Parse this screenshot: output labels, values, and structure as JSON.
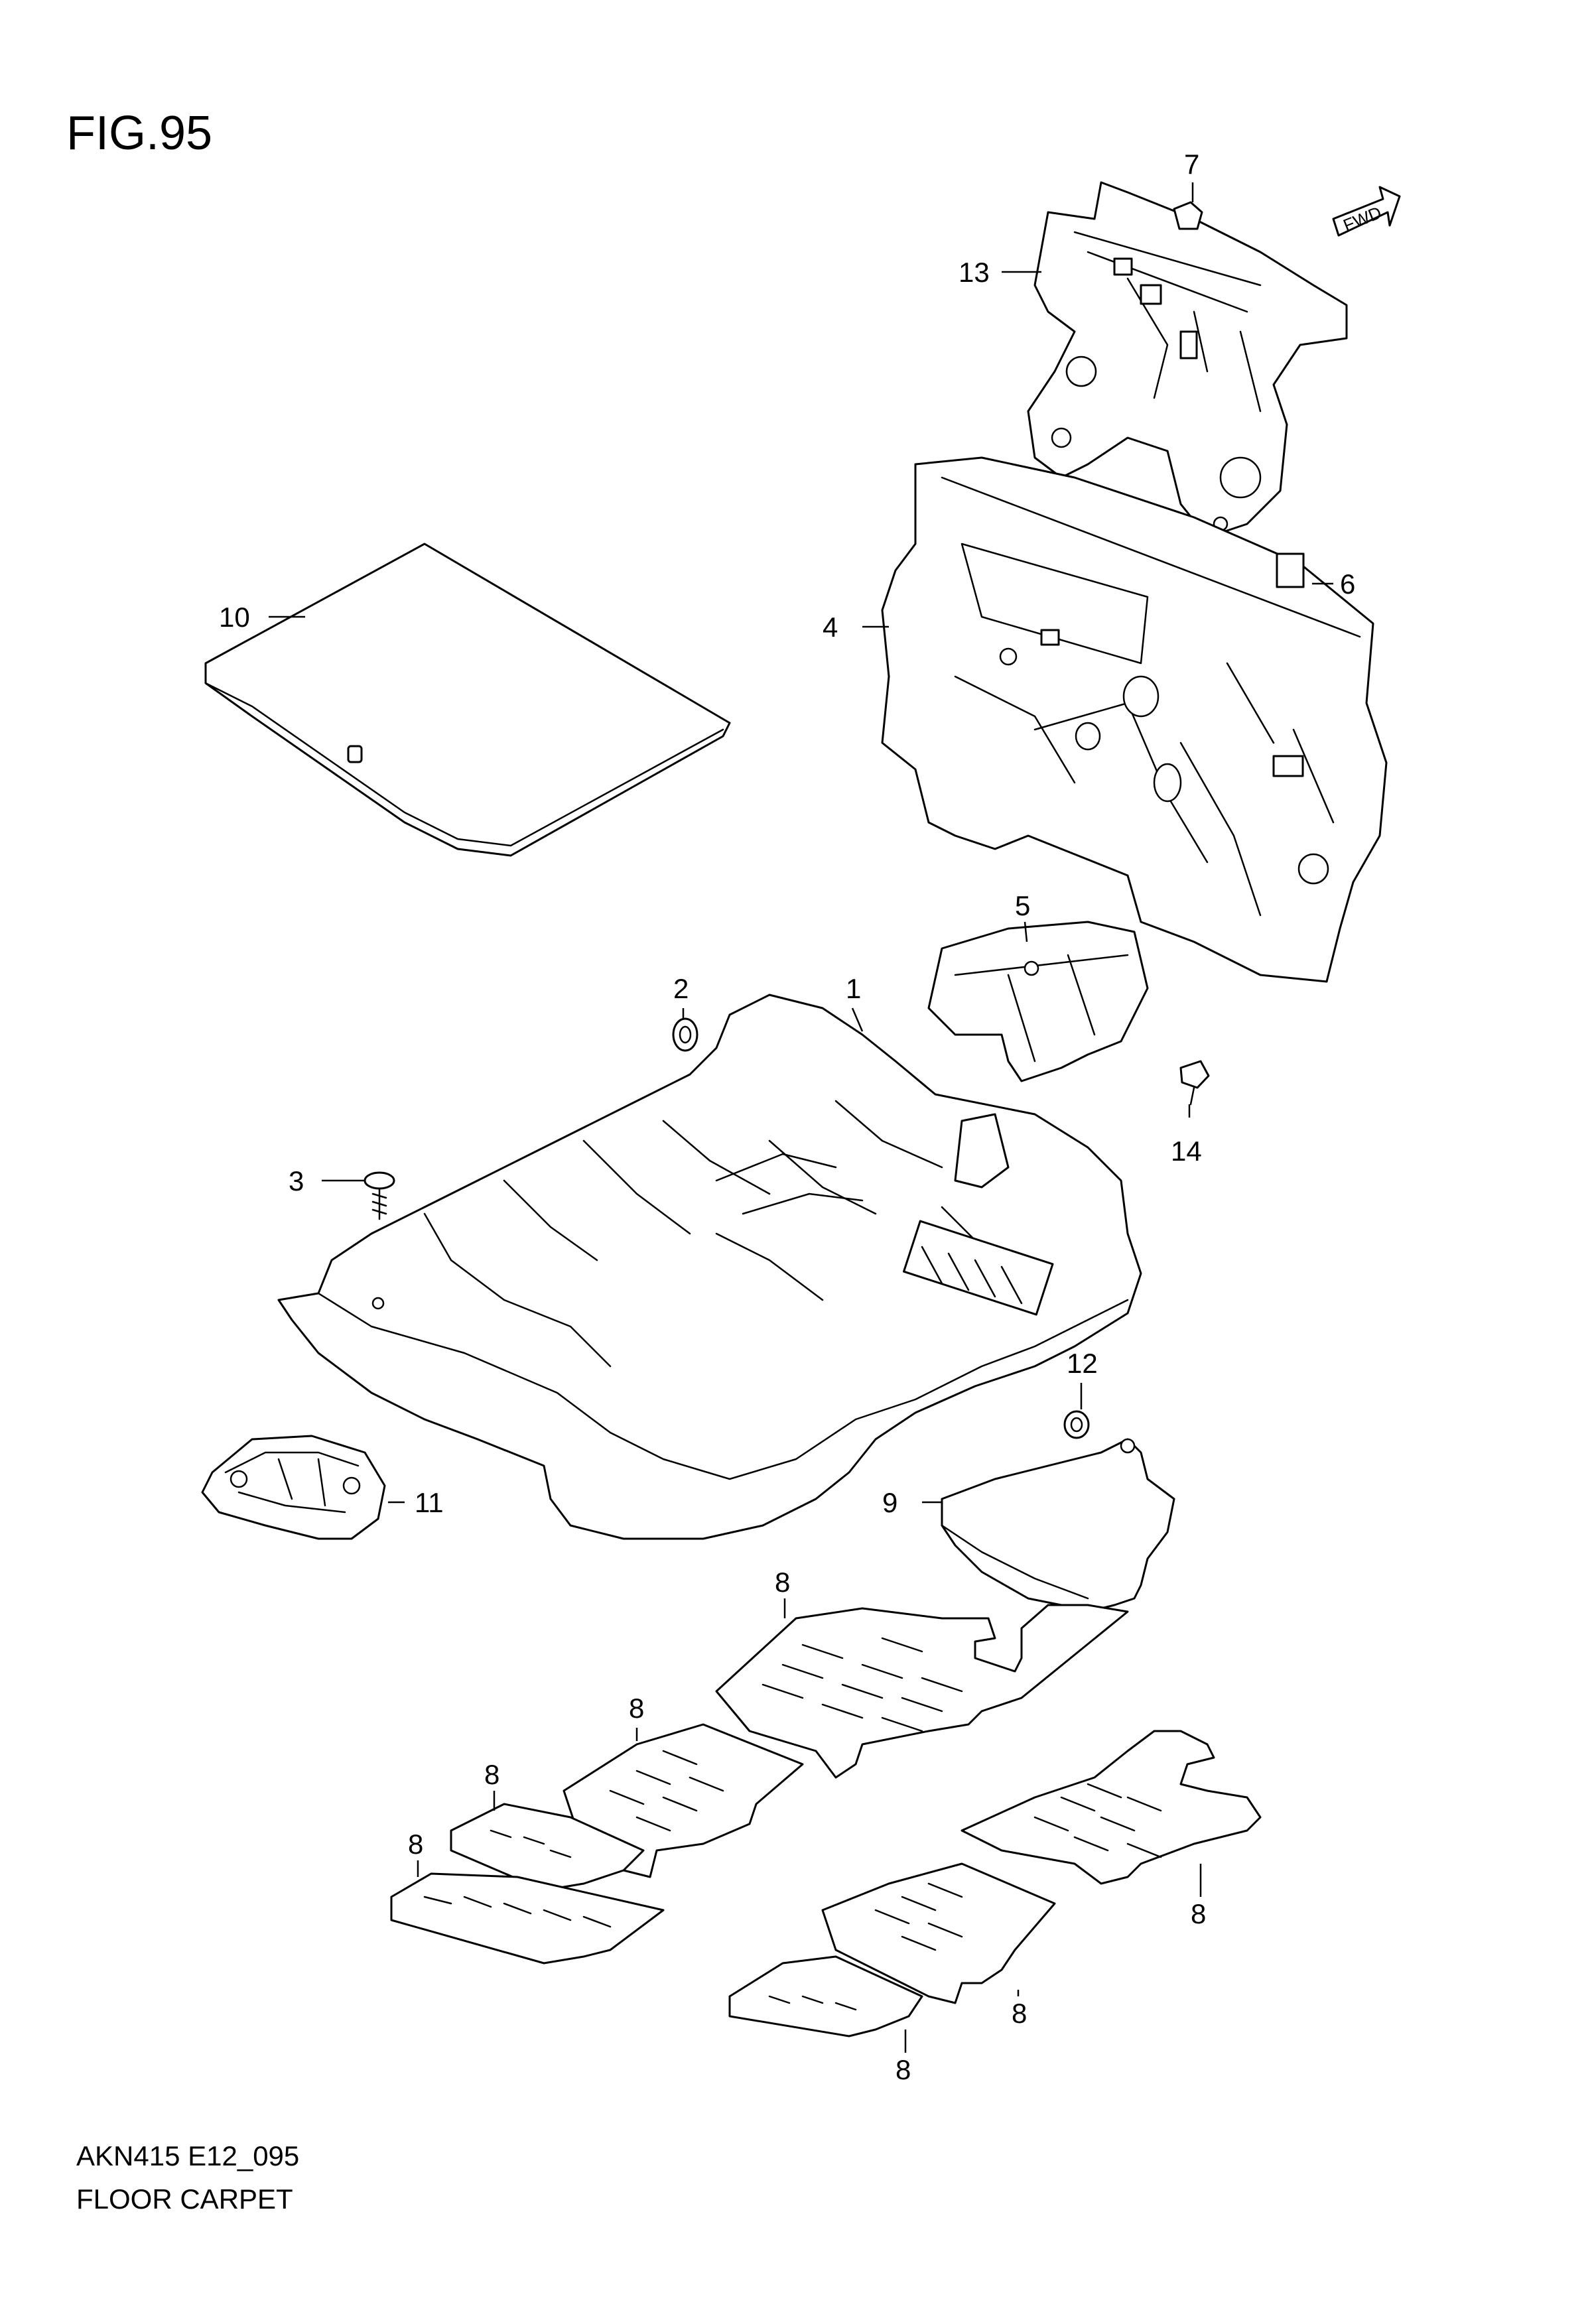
{
  "figure": {
    "title": "FIG.95",
    "code": "AKN415 E12_095",
    "name": "FLOOR CARPET",
    "fwd_label": "FWD"
  },
  "callouts": [
    "1",
    "2",
    "3",
    "4",
    "5",
    "6",
    "7",
    "8",
    "9",
    "10",
    "11",
    "12",
    "13",
    "14",
    "8",
    "8",
    "8",
    "8",
    "8",
    "8"
  ],
  "colors": {
    "line": "#000000",
    "background": "#ffffff"
  }
}
